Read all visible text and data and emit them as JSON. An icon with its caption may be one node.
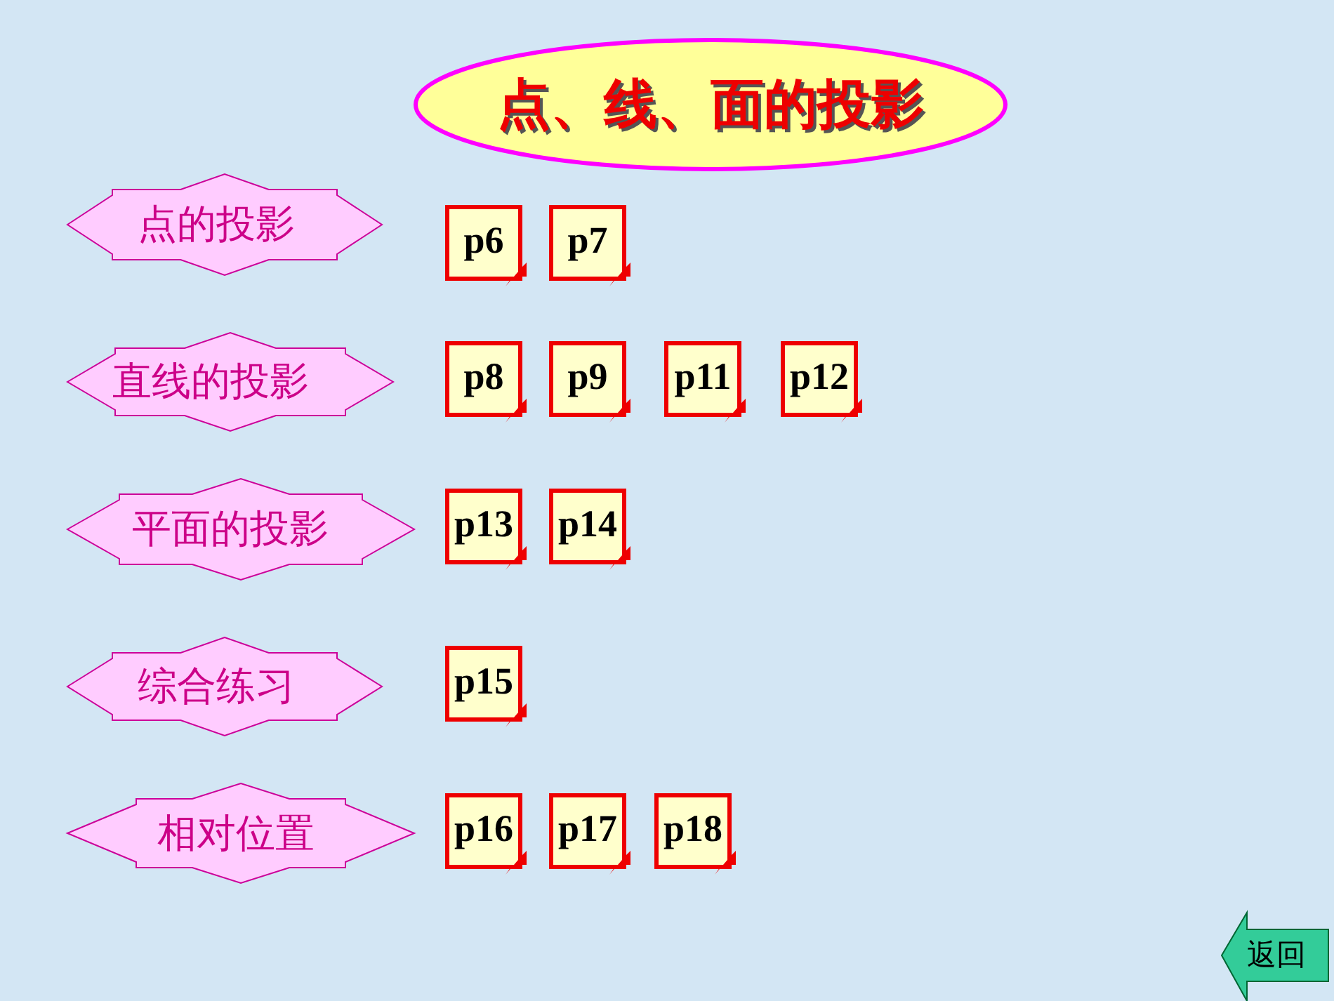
{
  "diagram": {
    "title": "点、线、面的投影",
    "nodes": [
      {
        "text": [
          "点的投影"
        ]
      },
      {
        "text": [
          "p6"
        ]
      },
      {
        "text": [
          "p7"
        ]
      },
      {
        "text": [
          "直线的投影"
        ]
      },
      {
        "text": [
          "p8"
        ]
      },
      {
        "text": [
          "p9"
        ]
      },
      {
        "text": [
          "p11"
        ]
      },
      {
        "text": [
          "p12"
        ]
      },
      {
        "text": [
          "平面的投影"
        ]
      },
      {
        "text": [
          "p13"
        ]
      },
      {
        "text": [
          "p14"
        ]
      },
      {
        "text": [
          "综合练习"
        ]
      },
      {
        "text": [
          "p15"
        ]
      },
      {
        "text": [
          "相对位置"
        ]
      },
      {
        "text": [
          "p16"
        ]
      },
      {
        "text": [
          "p17"
        ]
      },
      {
        "text": [
          "p18"
        ]
      },
      {
        "text": [
          "返回"
        ]
      }
    ]
  }
}
